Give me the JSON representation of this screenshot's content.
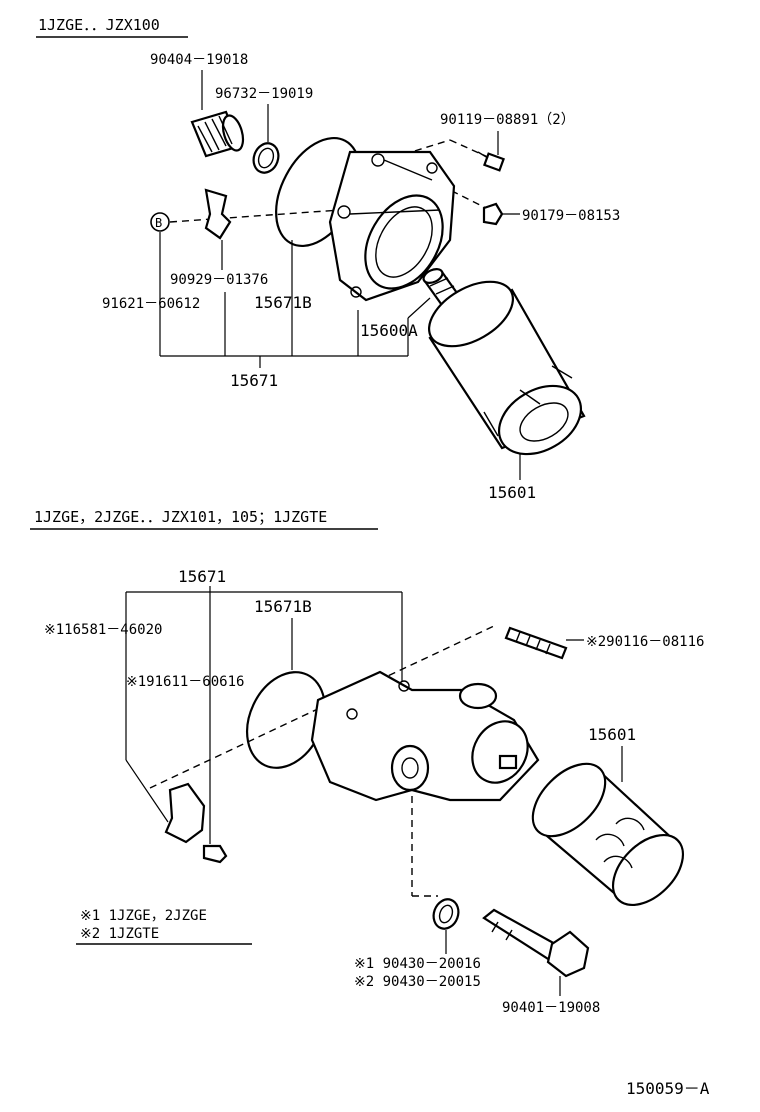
{
  "section1": {
    "header": "1JZGE．．JZX100",
    "labels": {
      "p90404": "90404－19018",
      "p96732": "96732－19019",
      "p90119": "90119－08891（2）",
      "p90179": "90179－08153",
      "ref_b": "B",
      "p90929": "90929－01376",
      "p91621": "91621－60612",
      "p15671b": "15671B",
      "p15600a": "15600A",
      "p15671": "15671",
      "p15601": "15601"
    }
  },
  "section2": {
    "header": "1JZGE，2JZGE．．JZX101，105；1JZGTE",
    "labels": {
      "p15671": "15671",
      "p15671b": "15671B",
      "p116581": "※116581－46020",
      "p191611": "※191611－60616",
      "p290116": "※290116－08116",
      "p15601": "15601",
      "p90430_1": "※1 90430－20016",
      "p90430_2": "※2 90430－20015",
      "p90401": "90401－19008"
    },
    "notes": {
      "note1": "※1 1JZGE，2JZGE",
      "note2": "※2 1JZGTE"
    }
  },
  "figure_code": "150059－A"
}
